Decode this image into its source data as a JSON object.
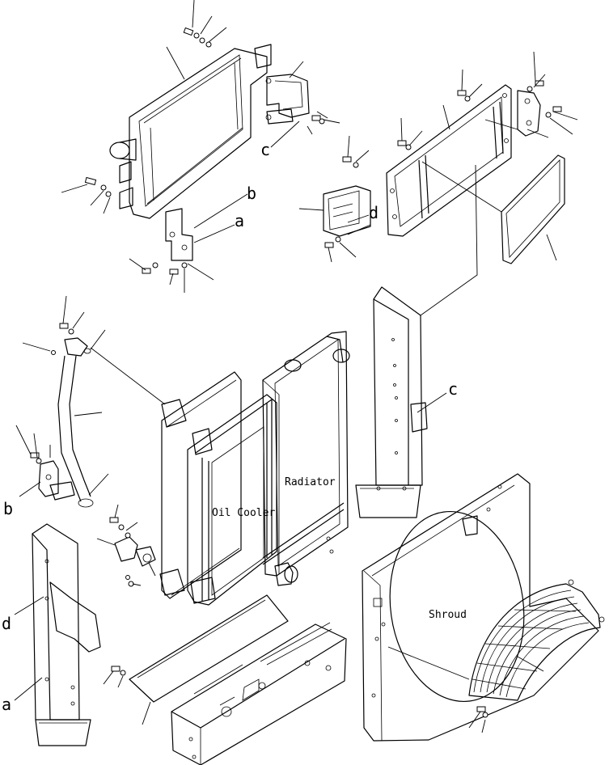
{
  "labels": {
    "radiator": "Radiator",
    "oil_cooler": "Oil Cooler",
    "shroud": "Shroud",
    "ref_a_top": "a",
    "ref_b_top": "b",
    "ref_c_top": "c",
    "ref_d_top": "d",
    "ref_c_mid": "c",
    "ref_b_left": "b",
    "ref_d_left": "d",
    "ref_a_left": "a"
  }
}
